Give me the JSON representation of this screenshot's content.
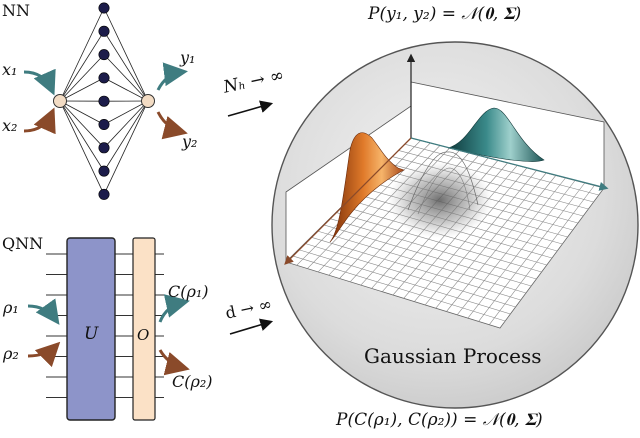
{
  "nn": {
    "title": "NN",
    "input_1": "x₁",
    "input_2": "x₂",
    "output_1": "y₁",
    "output_2": "y₂",
    "limit": "Nₕ → ∞"
  },
  "qnn": {
    "title": "QNN",
    "input_1": "ρ₁",
    "input_2": "ρ₂",
    "unitary": "U",
    "observable": "O",
    "output_1": "C(ρ₁)",
    "output_2": "C(ρ₂)",
    "limit": "d → ∞"
  },
  "gp": {
    "label": "Gaussian Process",
    "top_formula": "P(y₁, y₂) = 𝒩(𝟎, 𝚺)",
    "bottom_formula": "P(C(ρ₁), C(ρ₂)) = 𝒩(𝟎, 𝚺)"
  },
  "colors": {
    "neuron": "#1c1c4a",
    "io_node": "#f3dcc4",
    "teal_arrow": "#3f7c80",
    "brown_arrow": "#8a4a2a",
    "unitary_fill": "#8d94c9",
    "observable_fill": "#fbe1c6",
    "sphere": "#d9d9d9"
  }
}
